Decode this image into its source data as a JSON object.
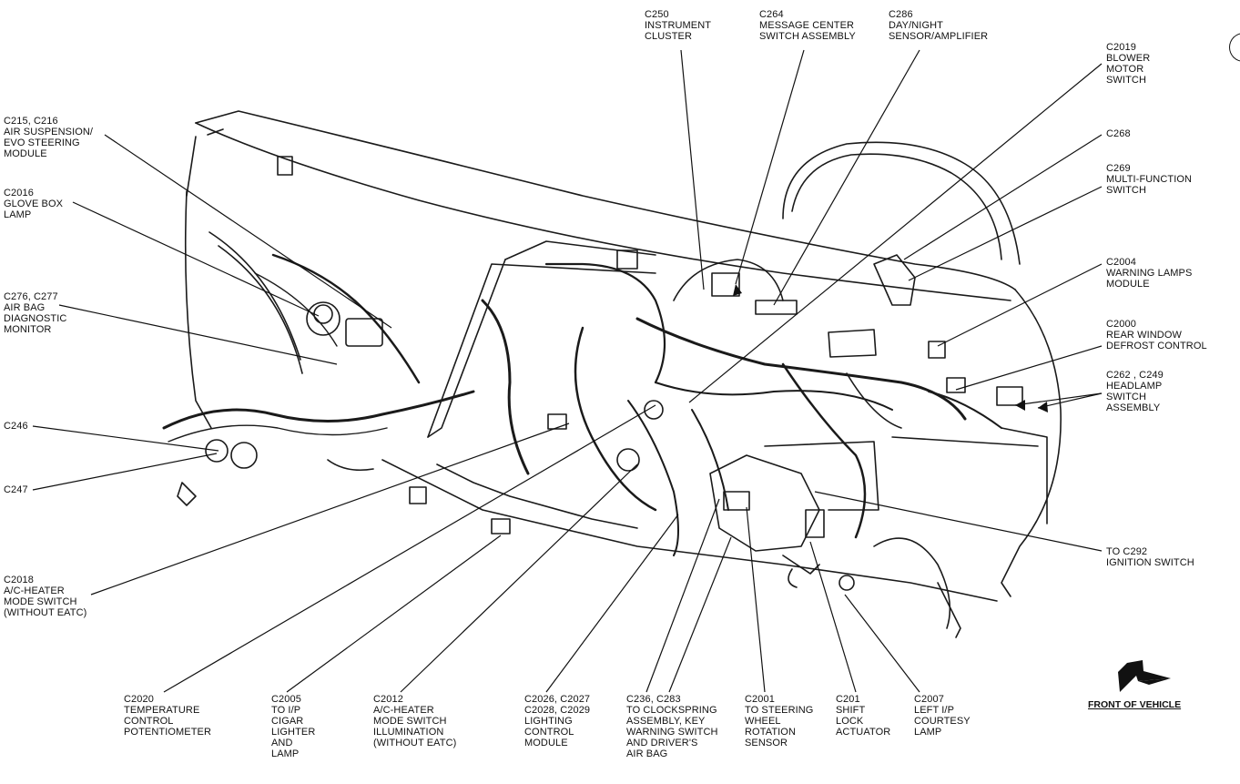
{
  "labels": {
    "c250": [
      "C250",
      "INSTRUMENT",
      "CLUSTER"
    ],
    "c264": [
      "C264",
      "MESSAGE CENTER",
      "SWITCH ASSEMBLY"
    ],
    "c286": [
      "C286",
      "DAY/NIGHT",
      "SENSOR/AMPLIFIER"
    ],
    "c2019": [
      "C2019",
      "BLOWER",
      "MOTOR",
      "SWITCH"
    ],
    "c268": [
      "C268"
    ],
    "c269": [
      "C269",
      "MULTI-FUNCTION",
      "SWITCH"
    ],
    "c2004": [
      "C2004",
      "WARNING LAMPS",
      "MODULE"
    ],
    "c2000": [
      "C2000",
      "REAR WINDOW",
      "DEFROST CONTROL"
    ],
    "c262_c249": [
      "C262 , C249",
      "HEADLAMP",
      "SWITCH",
      "ASSEMBLY"
    ],
    "c292": [
      "TO C292",
      "IGNITION SWITCH"
    ],
    "c215_c216": [
      "C215, C216",
      "AIR SUSPENSION/",
      "EVO STEERING",
      "MODULE"
    ],
    "c2016": [
      "C2016",
      "GLOVE BOX",
      "LAMP"
    ],
    "c276_c277": [
      "C276, C277",
      "AIR BAG",
      "DIAGNOSTIC",
      "MONITOR"
    ],
    "c246": [
      "C246"
    ],
    "c247": [
      "C247"
    ],
    "c2018": [
      "C2018",
      "A/C-HEATER",
      "MODE SWITCH",
      "(WITHOUT EATC)"
    ],
    "c2020": [
      "C2020",
      "TEMPERATURE",
      "CONTROL",
      "POTENTIOMETER"
    ],
    "c2005": [
      "C2005",
      "TO I/P",
      "CIGAR",
      "LIGHTER",
      "AND",
      "LAMP"
    ],
    "c2012": [
      "C2012",
      "A/C-HEATER",
      "MODE SWITCH",
      "ILLUMINATION",
      "(WITHOUT EATC)"
    ],
    "c2026": [
      "C2026, C2027",
      "C2028, C2029",
      "LIGHTING",
      "CONTROL",
      "MODULE"
    ],
    "c236_c283": [
      "C236, C283",
      "TO CLOCKSPRING",
      "ASSEMBLY, KEY",
      "WARNING SWITCH",
      "AND DRIVER'S",
      "AIR BAG"
    ],
    "c2001": [
      "C2001",
      "TO STEERING",
      "WHEEL",
      "ROTATION",
      "SENSOR"
    ],
    "c201": [
      "C201",
      "SHIFT",
      "LOCK",
      "ACTUATOR"
    ],
    "c2007": [
      "C2007",
      "LEFT I/P",
      "COURTESY",
      "LAMP"
    ]
  },
  "front_of_vehicle": "FRONT OF VEHICLE"
}
